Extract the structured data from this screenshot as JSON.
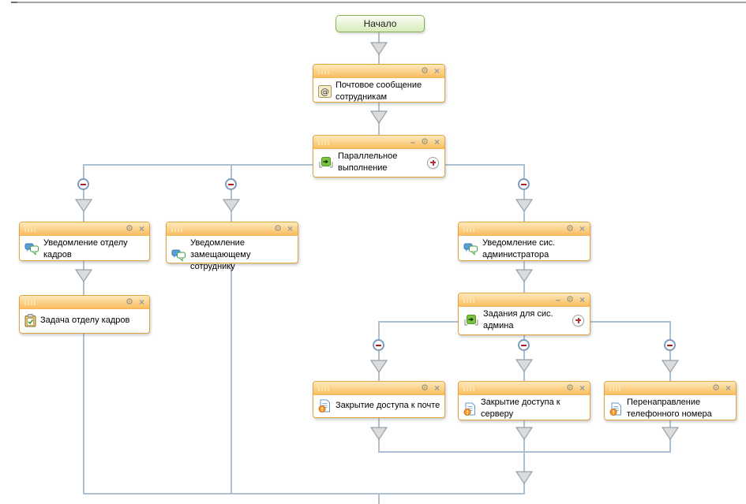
{
  "diagram": {
    "start_node": {
      "label": "Начало"
    },
    "nodes": [
      {
        "id": "mail-message",
        "title": "Почтовое сообщение сотрудникам",
        "icon": "mail-icon",
        "type": "task"
      },
      {
        "id": "parallel-main",
        "title": "Параллельное выполнение",
        "icon": "parallel-icon",
        "type": "parallel"
      },
      {
        "id": "notify-hr",
        "title": "Уведомление отделу кадров",
        "icon": "chat-icon",
        "type": "notification"
      },
      {
        "id": "notify-deputy",
        "title": "Уведомление замещающему сотруднику",
        "icon": "chat-icon",
        "type": "notification"
      },
      {
        "id": "notify-sysadmin",
        "title": "Уведомление сис. администратора",
        "icon": "chat-icon",
        "type": "notification"
      },
      {
        "id": "task-hr",
        "title": "Задача отделу кадров",
        "icon": "clipboard-icon",
        "type": "task"
      },
      {
        "id": "parallel-admin",
        "title": "Задания для сис. админа",
        "icon": "parallel-icon",
        "type": "parallel"
      },
      {
        "id": "close-mail",
        "title": "Закрытие доступа к почте",
        "icon": "doc-warning-icon",
        "type": "task"
      },
      {
        "id": "close-server",
        "title": "Закрытие доступа к серверу",
        "icon": "doc-warning-icon",
        "type": "task"
      },
      {
        "id": "redirect-phone",
        "title": "Перенаправление телефонного номера",
        "icon": "doc-warning-icon",
        "type": "task"
      }
    ],
    "controls": {
      "minimize": "–",
      "gear": "⚙",
      "close": "×"
    },
    "icons": {
      "collapse_branch": "minus-circle",
      "add_branch": "plus-circle",
      "flow_arrow": "down-triangle",
      "drag_grip": "four-bars"
    },
    "colors": {
      "connector": "#aec1d3",
      "node_border": "#e0a440",
      "header_top": "#fee9bd",
      "header_bottom": "#f9bd61",
      "start_border": "#86b254",
      "start_fill": "#d7edba",
      "minus_red": "#a81e1e",
      "plus_red": "#c03030"
    }
  }
}
